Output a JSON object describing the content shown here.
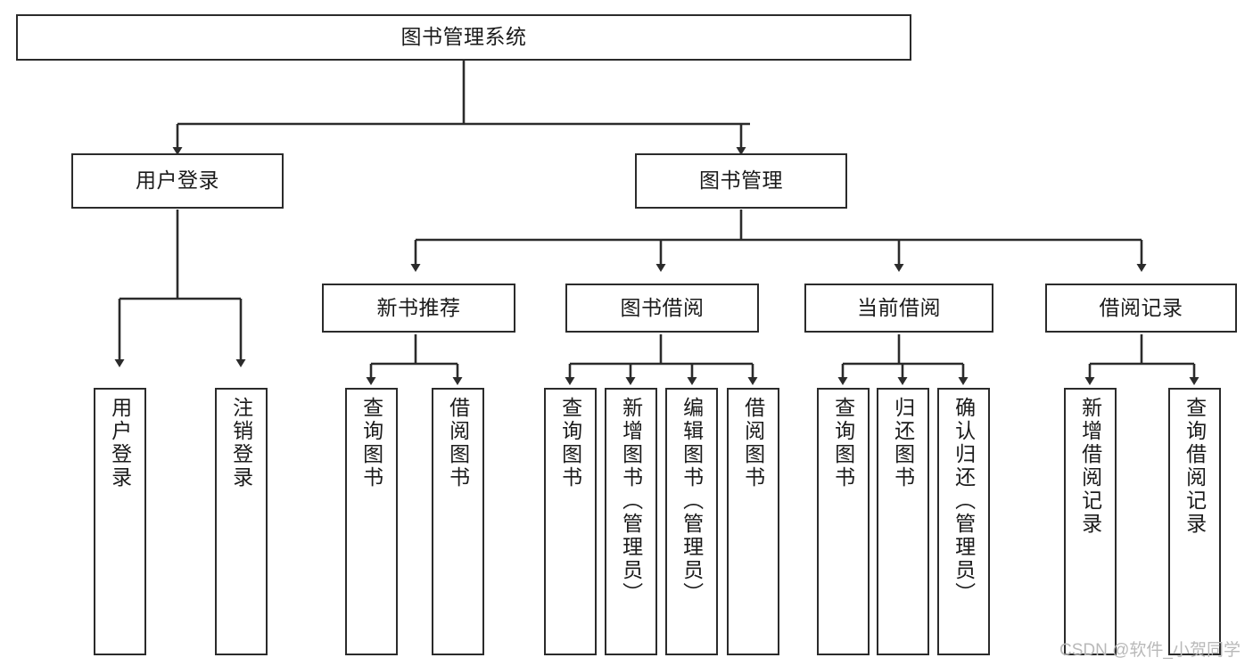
{
  "diagram": {
    "title": "图书管理系统",
    "type": "tree-hierarchy-chart",
    "watermark": "CSDN @软件_小贺同学",
    "colors": {
      "box_border": "#2b2b2b",
      "box_fill": "#ffffff",
      "edge": "#2b2b2b",
      "text": "#1b1b1b",
      "watermark": "#b9b9b9",
      "background": "#ffffff"
    },
    "nodes": {
      "root": {
        "label": "图书管理系统"
      },
      "level1": [
        {
          "id": "user-login",
          "label": "用户登录"
        },
        {
          "id": "book-manage",
          "label": "图书管理"
        }
      ],
      "level2": [
        {
          "id": "new-book-recommend",
          "label": "新书推荐"
        },
        {
          "id": "book-borrow",
          "label": "图书借阅"
        },
        {
          "id": "current-borrow",
          "label": "当前借阅"
        },
        {
          "id": "borrow-record",
          "label": "借阅记录"
        }
      ],
      "leaves": {
        "user-login": [
          {
            "id": "leaf-user-login",
            "label": "用户登录"
          },
          {
            "id": "leaf-logout-login",
            "label": "注销登录"
          }
        ],
        "new-book-recommend": [
          {
            "id": "leaf-query-book-1",
            "label": "查询图书"
          },
          {
            "id": "leaf-borrow-book-1",
            "label": "借阅图书"
          }
        ],
        "book-borrow": [
          {
            "id": "leaf-query-book-2",
            "label": "查询图书"
          },
          {
            "id": "leaf-add-book",
            "label": "新增图书（管理员）"
          },
          {
            "id": "leaf-edit-book",
            "label": "编辑图书（管理员）"
          },
          {
            "id": "leaf-borrow-book-2",
            "label": "借阅图书"
          }
        ],
        "current-borrow": [
          {
            "id": "leaf-query-book-3",
            "label": "查询图书"
          },
          {
            "id": "leaf-return-book",
            "label": "归还图书"
          },
          {
            "id": "leaf-confirm-return",
            "label": "确认归还（管理员）"
          }
        ],
        "borrow-record": [
          {
            "id": "leaf-add-record",
            "label": "新增借阅记录"
          },
          {
            "id": "leaf-query-record",
            "label": "查询借阅记录"
          }
        ]
      }
    }
  }
}
